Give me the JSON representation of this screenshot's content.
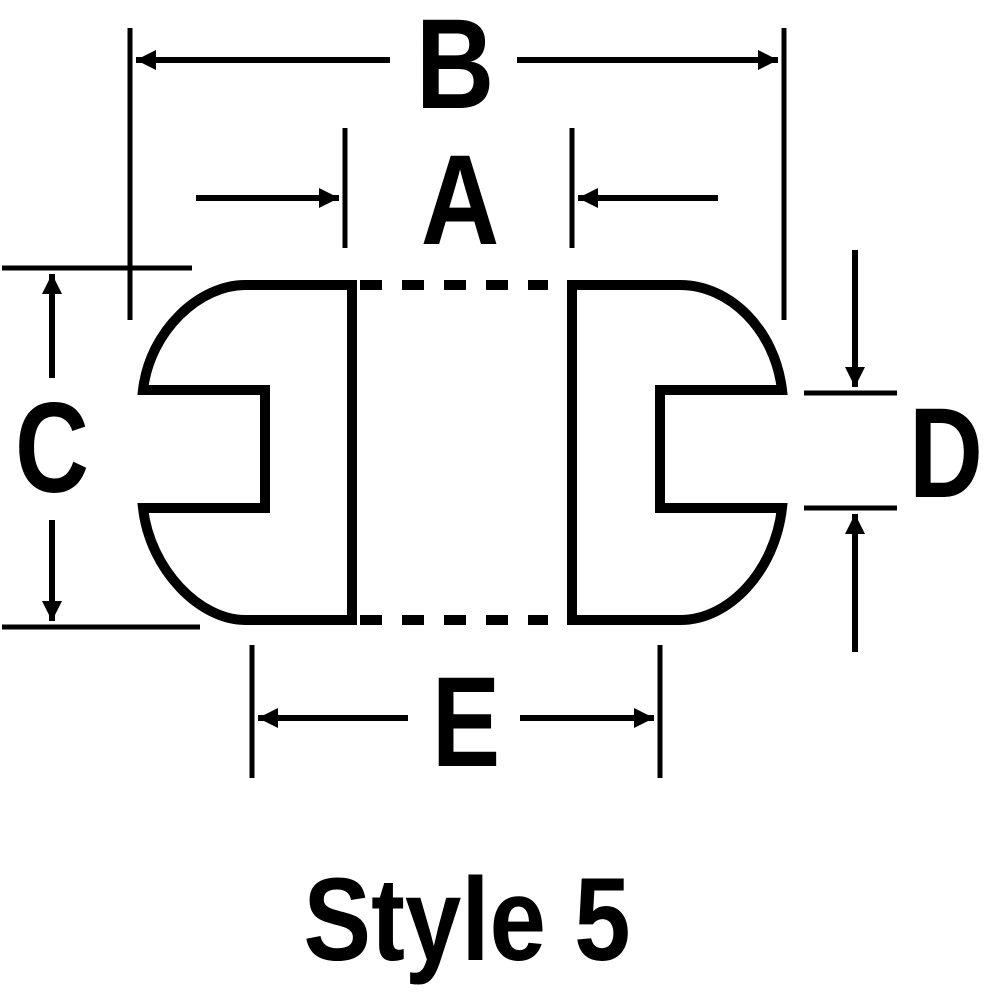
{
  "diagram": {
    "labels": {
      "a": "A",
      "b": "B",
      "c": "C",
      "d": "D",
      "e": "E"
    },
    "title": "Style 5"
  },
  "colors": {
    "line": "#000000",
    "background": "#ffffff"
  }
}
